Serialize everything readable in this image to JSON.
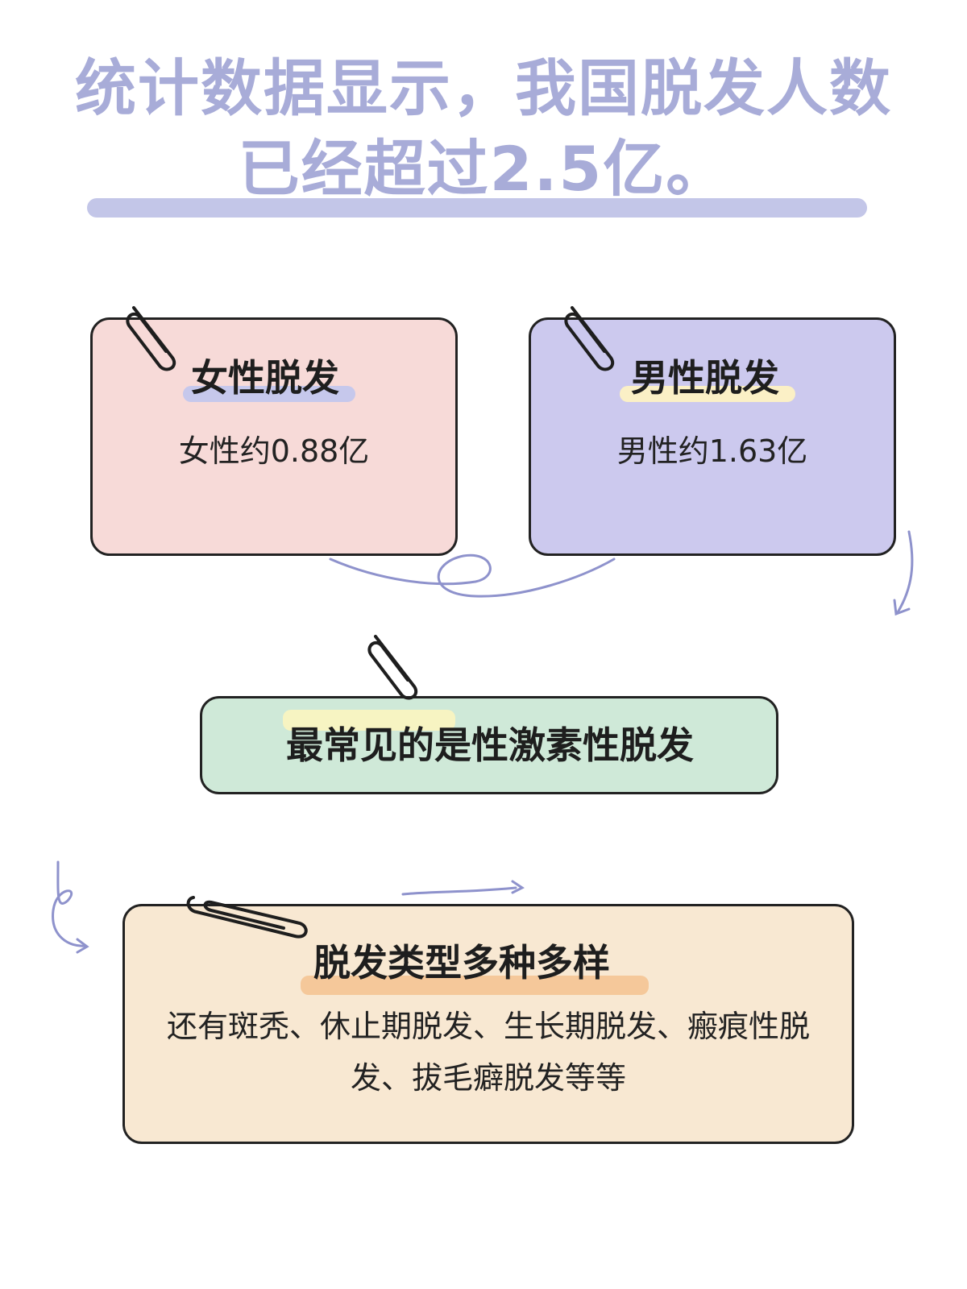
{
  "title": {
    "line1": "统计数据显示，我国脱发人数",
    "line2": "已经超过2.5亿。"
  },
  "female": {
    "heading": "女性脱发",
    "text": "女性约0.88亿"
  },
  "male": {
    "heading": "男性脱发",
    "text": "男性约1.63亿"
  },
  "common": {
    "text": "最常见的是性激素性脱发"
  },
  "types": {
    "heading": "脱发类型多种多样",
    "line1": "还有斑秃、休止期脱发、生长期脱发、瘢痕性脱",
    "line2": "发、拔毛癖脱发等等"
  },
  "colors": {
    "title": "#a8acd8",
    "female_card": "#f7dad8",
    "male_card": "#ccc9ee",
    "common_card": "#cfe9d8",
    "types_card": "#f8e8d2",
    "female_highlight": "#c6c8ec",
    "male_highlight": "#fbf0c6",
    "common_highlight": "#f7f4c2",
    "types_highlight": "#f5c89a"
  },
  "icons": [
    "paperclip-icon",
    "curly-arrow-icon"
  ]
}
